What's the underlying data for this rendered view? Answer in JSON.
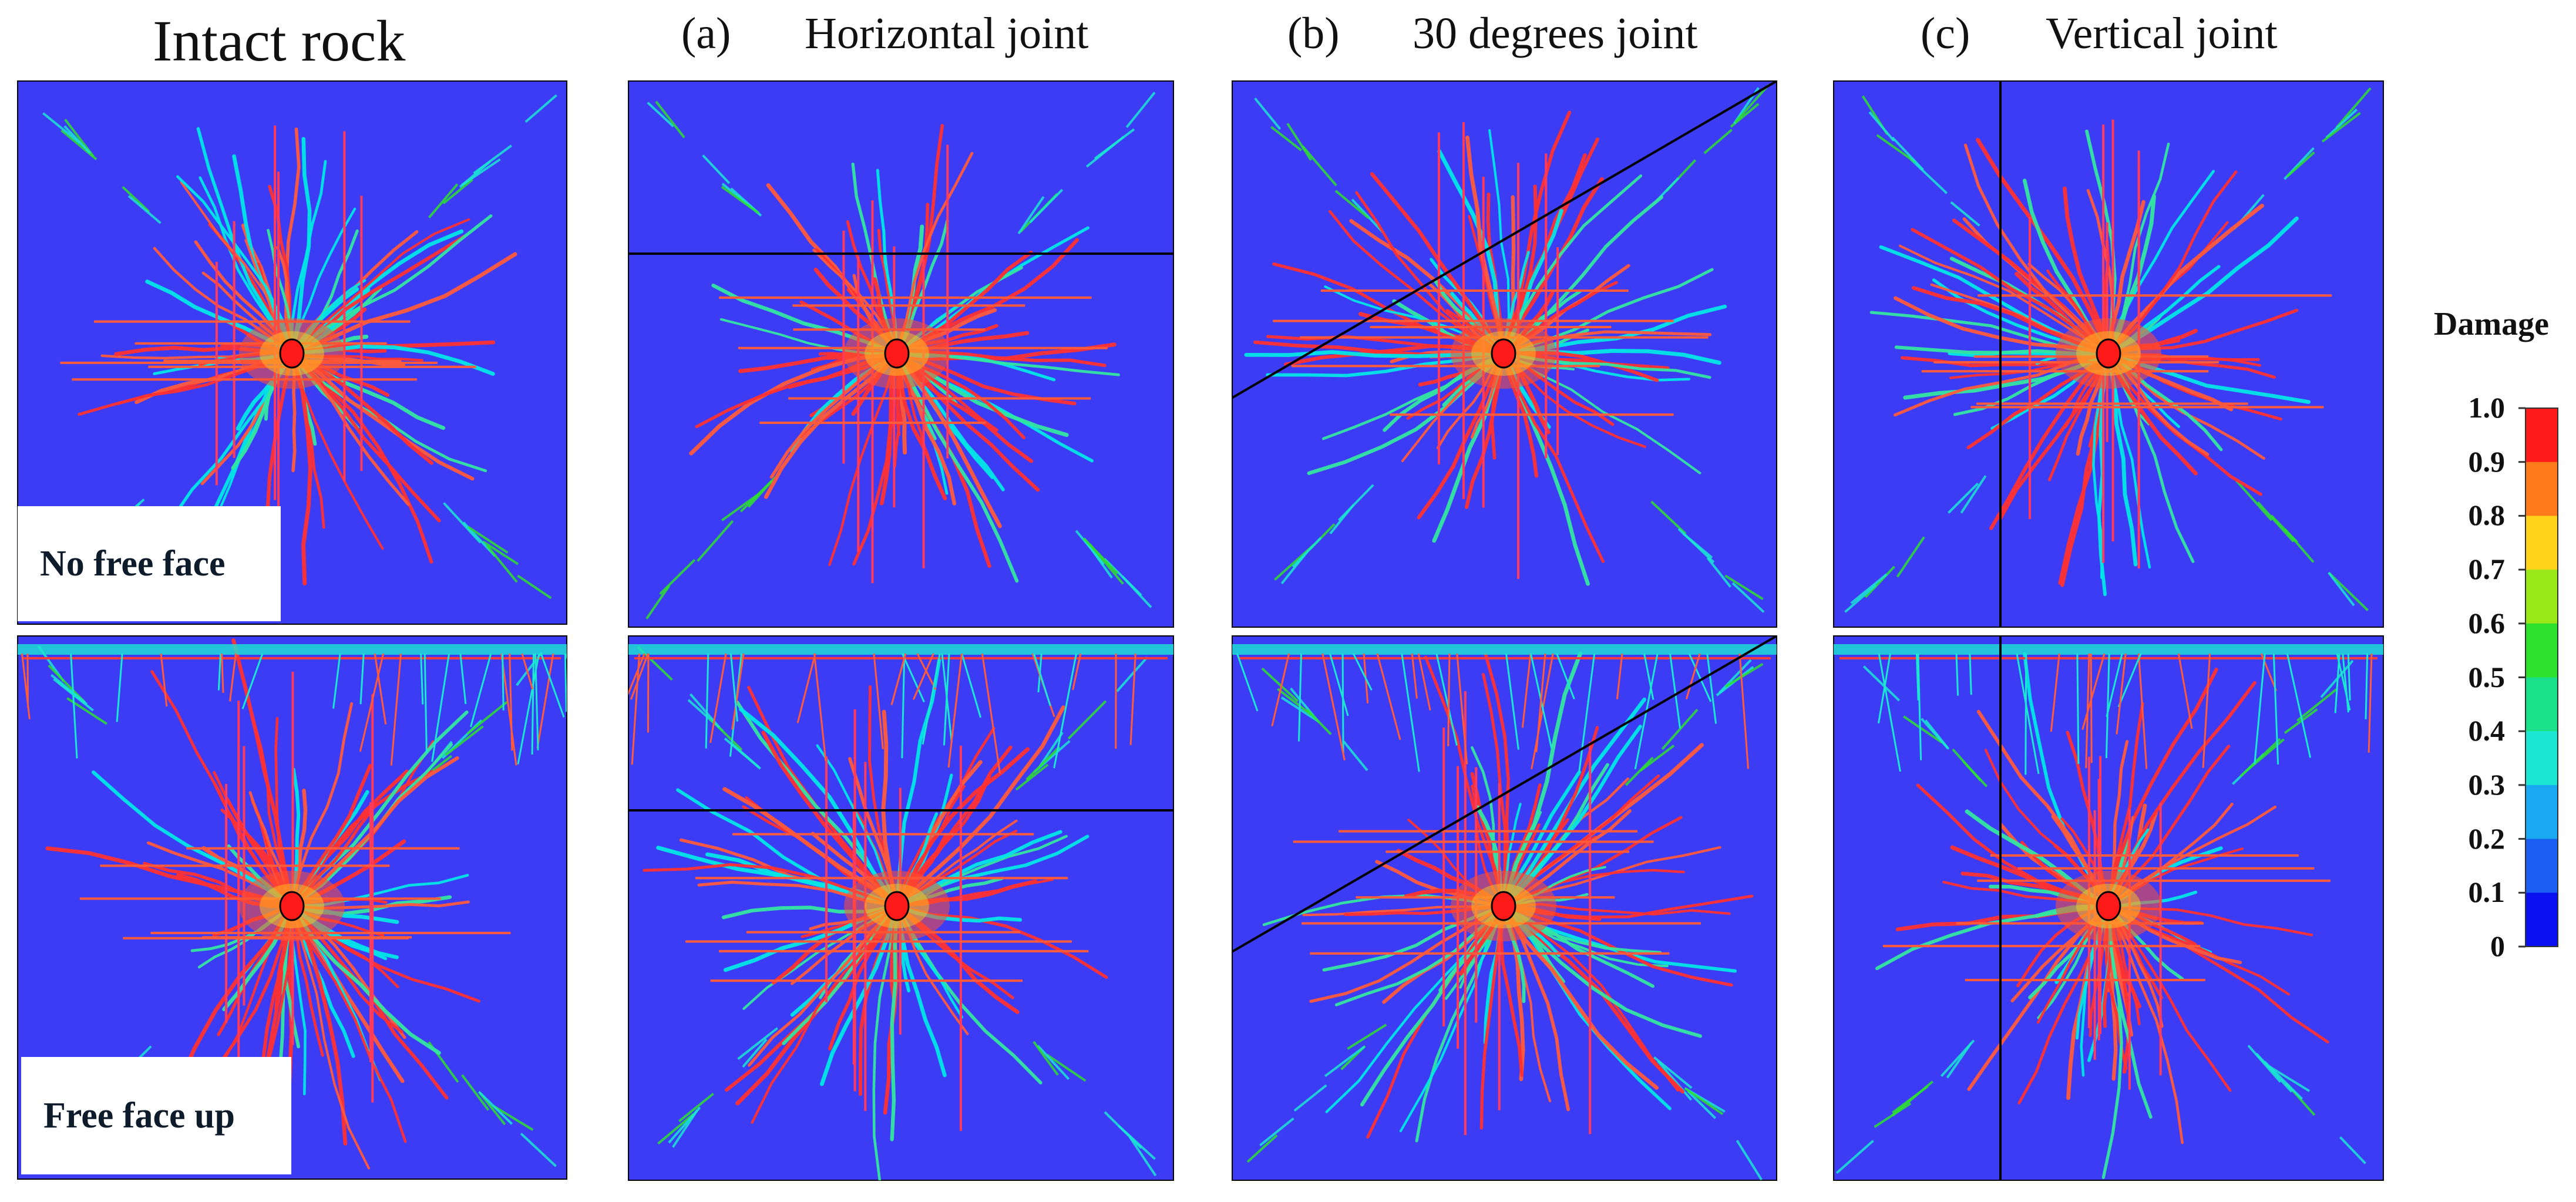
{
  "figure": {
    "titles": {
      "intact": "Intact rock",
      "a_tag": "(a)",
      "a_title": "Horizontal joint",
      "b_tag": "(b)",
      "b_title": "30 degrees joint",
      "c_tag": "(c)",
      "c_title": "Vertical joint"
    },
    "row_labels": {
      "top": "No free face",
      "bottom": "Free face up"
    },
    "background_color": "#3c3cf5",
    "joint_line_color": "#000000"
  },
  "legend": {
    "title": "Damage",
    "ticks": [
      "1.0",
      "0.9",
      "0.8",
      "0.7",
      "0.6",
      "0.5",
      "0.4",
      "0.3",
      "0.2",
      "0.1",
      "0"
    ],
    "colors": [
      "#ff1a1a",
      "#ff7a1a",
      "#ffd21a",
      "#9be81a",
      "#2ee02e",
      "#1ae08a",
      "#1ae6d2",
      "#1aa8f2",
      "#1a5ef2",
      "#0a10f0"
    ]
  }
}
